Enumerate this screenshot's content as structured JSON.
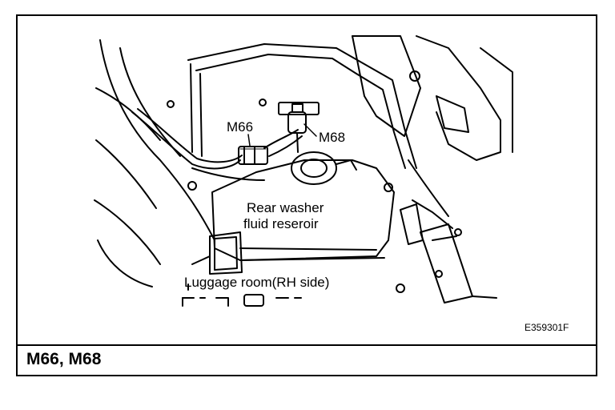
{
  "labels": {
    "m66": "M66",
    "m68": "M68",
    "reservoir_line1": "Rear washer",
    "reservoir_line2": "fluid reseroir",
    "location": "Luggage room(RH side)"
  },
  "figure_code": "E359301F",
  "caption": "M66, M68"
}
